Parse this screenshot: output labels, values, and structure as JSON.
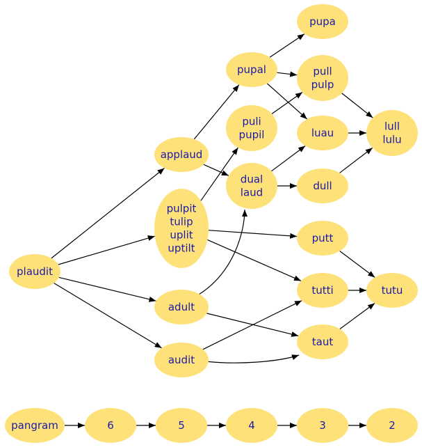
{
  "nodes": [
    {
      "id": "plaudit",
      "lines": [
        "plaudit"
      ]
    },
    {
      "id": "applaud",
      "lines": [
        "applaud"
      ]
    },
    {
      "id": "pulpit",
      "lines": [
        "pulpit",
        "tulip",
        "uplit",
        "uptilt"
      ]
    },
    {
      "id": "adult",
      "lines": [
        "adult"
      ]
    },
    {
      "id": "audit",
      "lines": [
        "audit"
      ]
    },
    {
      "id": "pupal",
      "lines": [
        "pupal"
      ]
    },
    {
      "id": "puli",
      "lines": [
        "puli",
        "pupil"
      ]
    },
    {
      "id": "dual",
      "lines": [
        "dual",
        "laud"
      ]
    },
    {
      "id": "pupa",
      "lines": [
        "pupa"
      ]
    },
    {
      "id": "pull",
      "lines": [
        "pull",
        "pulp"
      ]
    },
    {
      "id": "luau",
      "lines": [
        "luau"
      ]
    },
    {
      "id": "dull",
      "lines": [
        "dull"
      ]
    },
    {
      "id": "putt",
      "lines": [
        "putt"
      ]
    },
    {
      "id": "tutti",
      "lines": [
        "tutti"
      ]
    },
    {
      "id": "taut",
      "lines": [
        "taut"
      ]
    },
    {
      "id": "lull",
      "lines": [
        "lull",
        "lulu"
      ]
    },
    {
      "id": "tutu",
      "lines": [
        "tutu"
      ]
    },
    {
      "id": "pangram",
      "lines": [
        "pangram"
      ]
    },
    {
      "id": "n6",
      "lines": [
        "6"
      ]
    },
    {
      "id": "n5",
      "lines": [
        "5"
      ]
    },
    {
      "id": "n4",
      "lines": [
        "4"
      ]
    },
    {
      "id": "n3",
      "lines": [
        "3"
      ]
    },
    {
      "id": "n2",
      "lines": [
        "2"
      ]
    }
  ],
  "edges": [
    {
      "from": "plaudit",
      "to": "applaud"
    },
    {
      "from": "plaudit",
      "to": "pulpit"
    },
    {
      "from": "plaudit",
      "to": "adult"
    },
    {
      "from": "plaudit",
      "to": "audit"
    },
    {
      "from": "applaud",
      "to": "pupal"
    },
    {
      "from": "applaud",
      "to": "dual"
    },
    {
      "from": "pulpit",
      "to": "puli"
    },
    {
      "from": "pulpit",
      "to": "putt"
    },
    {
      "from": "pulpit",
      "to": "tutti"
    },
    {
      "from": "adult",
      "to": "dual"
    },
    {
      "from": "adult",
      "to": "taut"
    },
    {
      "from": "audit",
      "to": "tutti"
    },
    {
      "from": "audit",
      "to": "taut"
    },
    {
      "from": "pupal",
      "to": "pupa"
    },
    {
      "from": "pupal",
      "to": "pull"
    },
    {
      "from": "pupal",
      "to": "luau"
    },
    {
      "from": "puli",
      "to": "pull"
    },
    {
      "from": "dual",
      "to": "luau"
    },
    {
      "from": "dual",
      "to": "dull"
    },
    {
      "from": "pull",
      "to": "lull"
    },
    {
      "from": "luau",
      "to": "lull"
    },
    {
      "from": "dull",
      "to": "lull"
    },
    {
      "from": "putt",
      "to": "tutu"
    },
    {
      "from": "tutti",
      "to": "tutu"
    },
    {
      "from": "taut",
      "to": "tutu"
    },
    {
      "from": "pangram",
      "to": "n6"
    },
    {
      "from": "n6",
      "to": "n5"
    },
    {
      "from": "n5",
      "to": "n4"
    },
    {
      "from": "n4",
      "to": "n3"
    },
    {
      "from": "n3",
      "to": "n2"
    }
  ],
  "colors": {
    "node_fill": "#ffe17a",
    "node_text": "#1a1aa8",
    "edge": "#000000"
  }
}
